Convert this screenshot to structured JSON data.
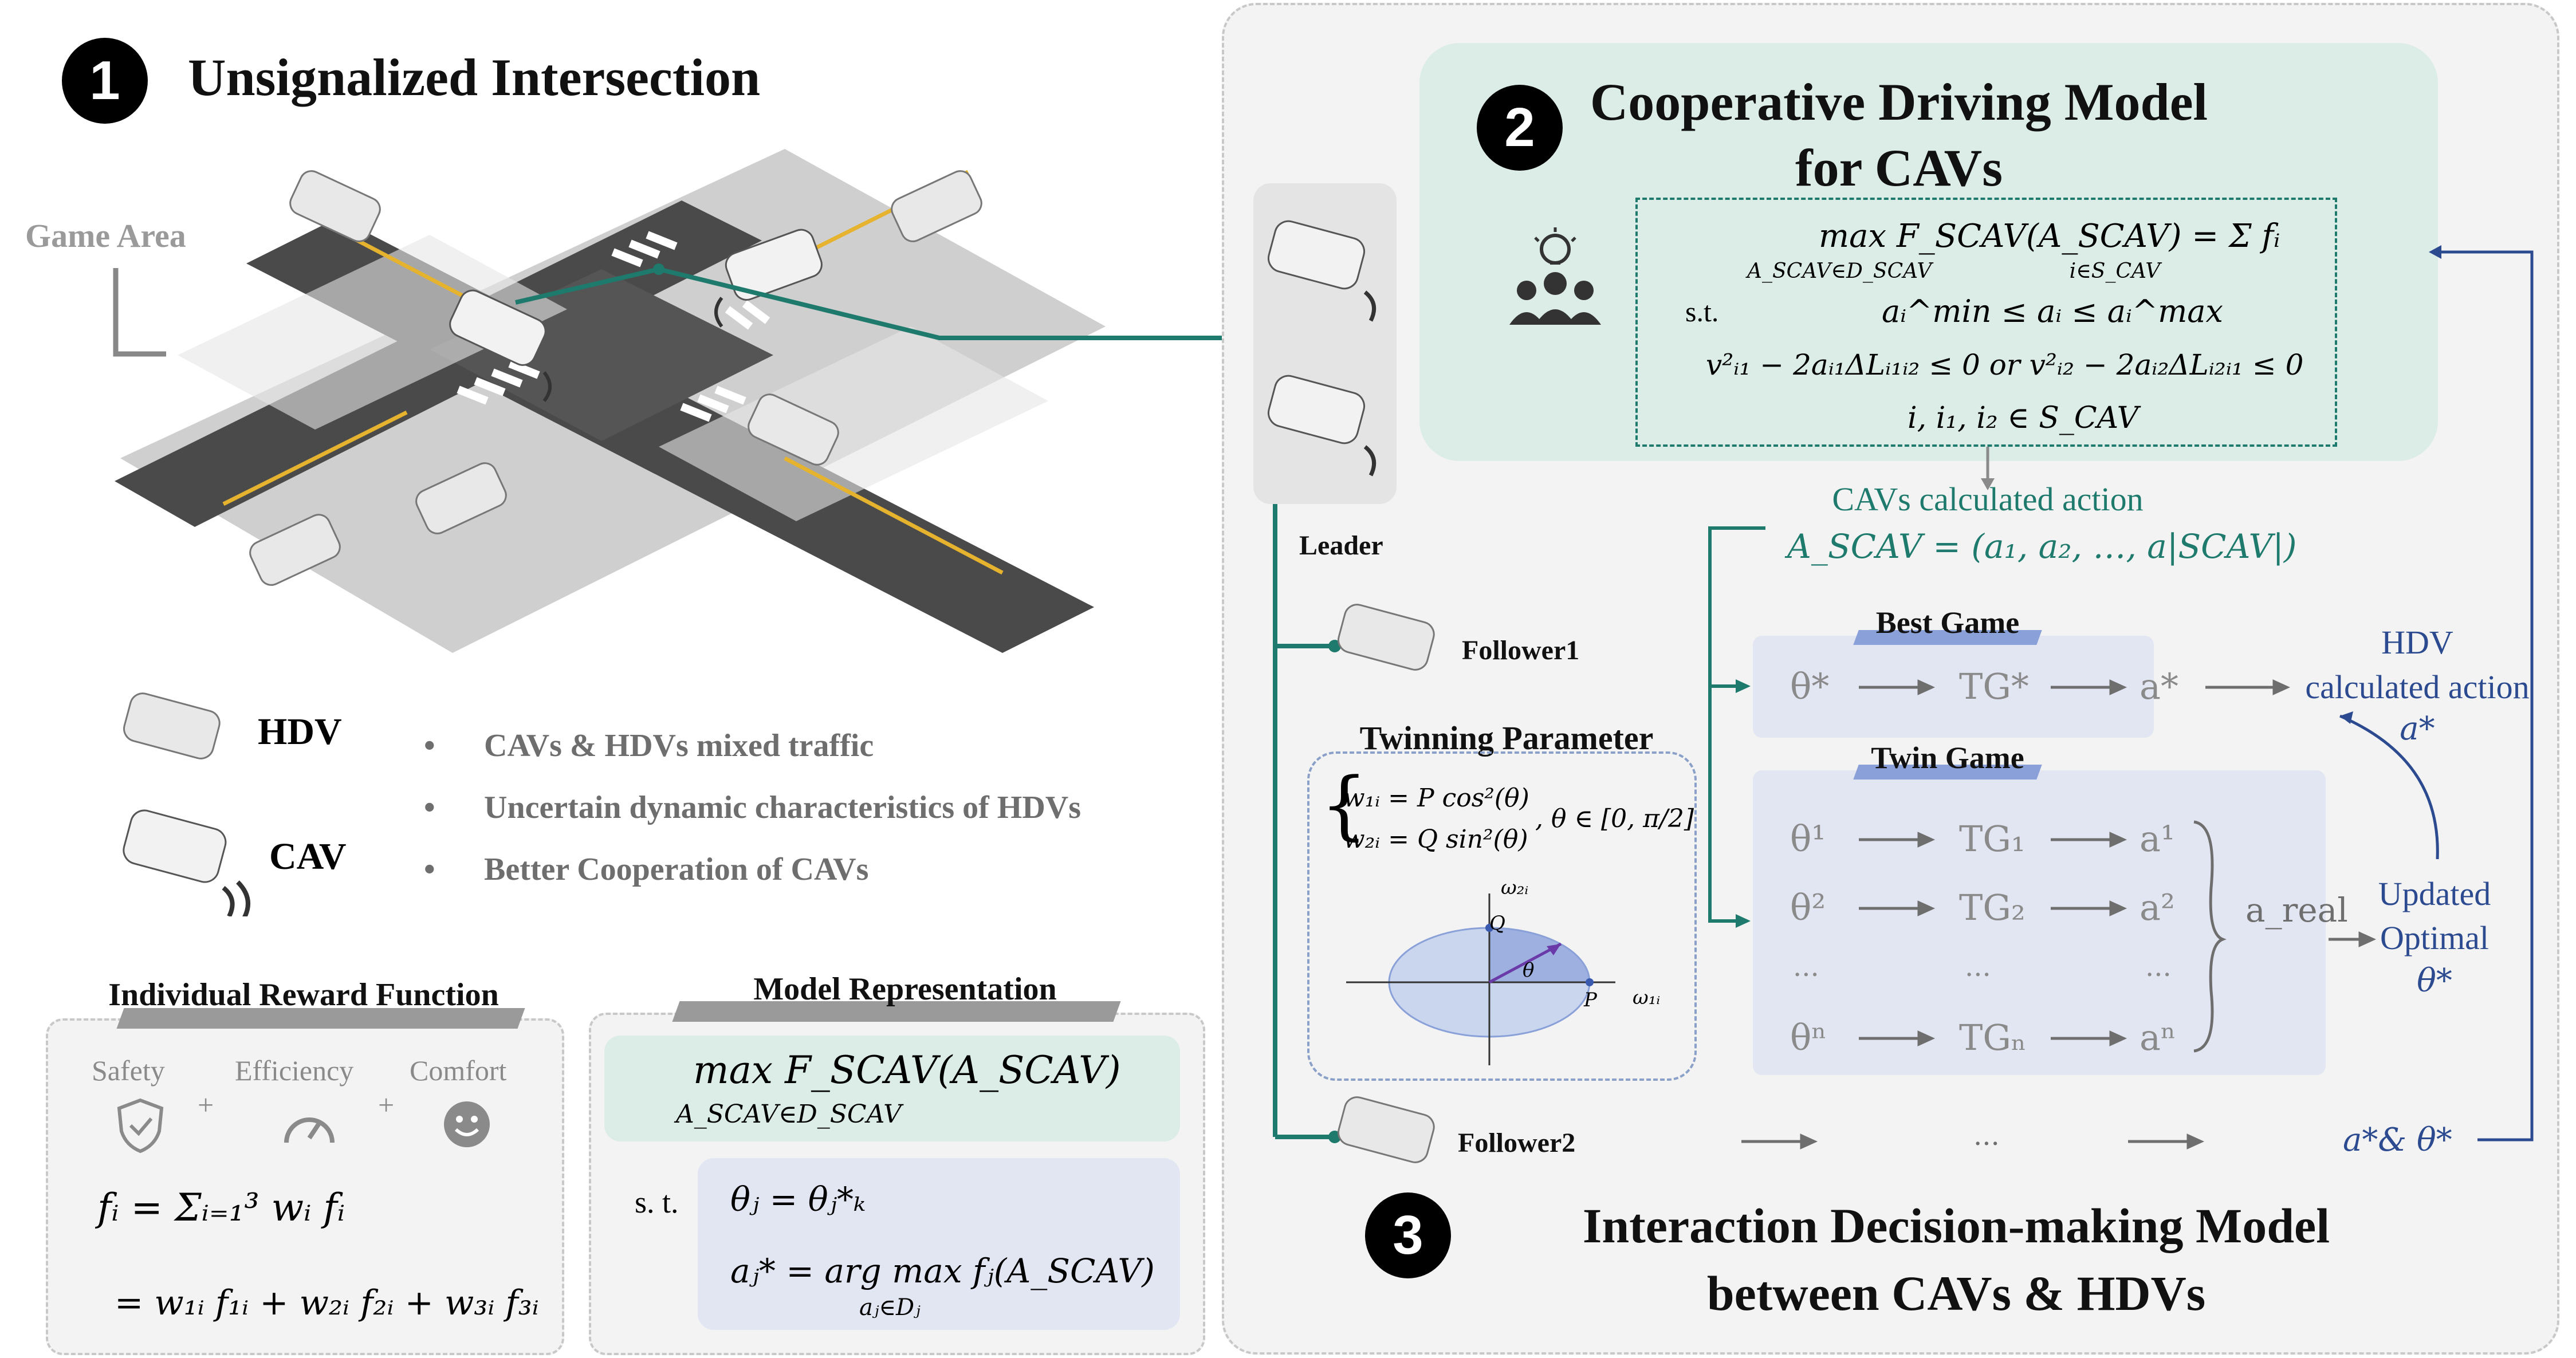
{
  "section1": {
    "number": "1",
    "title": "Unsignalized Intersection",
    "game_area": "Game Area",
    "legend_hdv": "HDV",
    "legend_cav": "CAV",
    "bullets": [
      "CAVs & HDVs mixed traffic",
      "Uncertain dynamic characteristics of HDVs",
      "Better Cooperation of CAVs"
    ]
  },
  "reward": {
    "title": "Individual Reward Function",
    "items": [
      "Safety",
      "Efficiency",
      "Comfort"
    ],
    "plus": "+",
    "formula_line1": "fᵢ = Σᵢ₌₁³ wᵢ fᵢ",
    "formula_line2": "= w₁ᵢ f₁ᵢ + w₂ᵢ f₂ᵢ + w₃ᵢ f₃ᵢ"
  },
  "model_rep": {
    "title": "Model Representation",
    "objective": "max F_SCAV(A_SCAV)",
    "objective_sub": "A_SCAV∈D_SCAV",
    "st": "s. t.",
    "c1": "θⱼ = θⱼ*ₖ",
    "c2": "aⱼ* = arg max fⱼ(A_SCAV)",
    "c2_sub": "aⱼ∈Dⱼ"
  },
  "section2": {
    "number": "2",
    "title_line1": "Cooperative Driving Model",
    "title_line2": "for CAVs",
    "st": "s.t.",
    "eq1": "max F_SCAV(A_SCAV) = Σ fᵢ",
    "eq1_sub": "A_SCAV∈D_SCAV                     i∈S_CAV",
    "eq2": "aᵢ^min ≤ aᵢ ≤ aᵢ^max",
    "eq3": "v²ᵢ₁ − 2aᵢ₁ΔLᵢ₁ᵢ₂ ≤ 0  or  v²ᵢ₂ − 2aᵢ₂ΔLᵢ₂ᵢ₁ ≤ 0",
    "eq4": "i, i₁, i₂ ∈ S_CAV",
    "cav_action_title": "CAVs calculated action",
    "cav_action_formula": "A_SCAV = (a₁, a₂, …, a|SCAV|)"
  },
  "section3": {
    "number": "3",
    "title_line1": "Interaction Decision-making Model",
    "title_line2": "between CAVs & HDVs",
    "leader": "Leader",
    "follower1": "Follower1",
    "follower2": "Follower2",
    "twinning_title": "Twinning Parameter",
    "twinning_eq1": "w₁ᵢ = P cos²(θ)",
    "twinning_eq2": "w₂ᵢ = Q sin²(θ)",
    "twinning_domain": ", θ ∈ [0, π/2]",
    "axis_y": "ω₂ᵢ",
    "axis_x": "ω₁ᵢ",
    "pt_q": "Q",
    "pt_p": "P",
    "pt_theta": "θ",
    "best_game": "Best Game",
    "best_row": [
      "θ*",
      "TG*",
      "a*"
    ],
    "twin_game": "Twin Game",
    "twin_rows": [
      [
        "θ¹",
        "TG₁",
        "a¹"
      ],
      [
        "θ²",
        "TG₂",
        "a²"
      ],
      [
        "...",
        "...",
        "..."
      ],
      [
        "θⁿ",
        "TGₙ",
        "aⁿ"
      ]
    ],
    "a_real": "a_real",
    "hdv_action_l1": "HDV",
    "hdv_action_l2": "calculated action",
    "hdv_action_l3": "a*",
    "updated_l1": "Updated",
    "updated_l2": "Optimal",
    "updated_l3": "θ*",
    "follower2_ellipsis": "...",
    "follower2_result": "a*& θ*"
  },
  "colors": {
    "teal": "#1e7a6c",
    "blue": "#2b4a8f",
    "gray_text": "#8a8a8a",
    "panel_teal": "#dcece7",
    "panel_blue": "#e2e6f2",
    "best_tab": "#8aa0d8"
  }
}
